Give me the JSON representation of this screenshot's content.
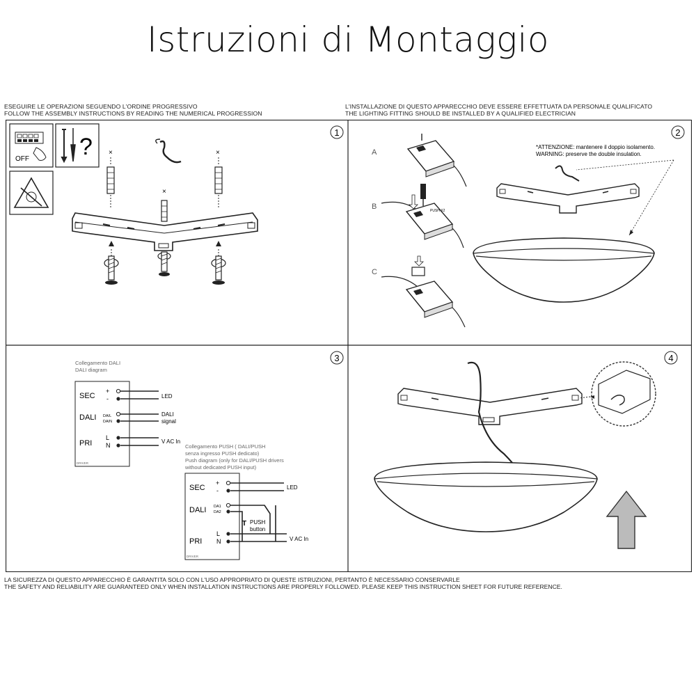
{
  "title": "Istruzioni di Montaggio",
  "header": {
    "left_it": "ESEGUIRE LE OPERAZIONI SEGUENDO L'ORDINE PROGRESSIVO",
    "left_en": "FOLLOW THE ASSEMBLY INSTRUCTIONS BY READING THE NUMERICAL PROGRESSION",
    "right_it": "L'INSTALLAZIONE DI QUESTO APPARECCHIO DEVE ESSERE EFFETTUATA DA PERSONALE QUALIFICATO",
    "right_en": "THE LIGHTING FITTING SHOULD BE INSTALLED BY A QUALIFIED ELECTRICIAN"
  },
  "steps": {
    "s1": "1",
    "s2": "2",
    "s3": "3",
    "s4": "4"
  },
  "panel1": {
    "off_label": "OFF",
    "question": "?",
    "x_mark": "×"
  },
  "panel2": {
    "label_a": "A",
    "label_b": "B",
    "label_c": "C",
    "push_note": "PUSH X2",
    "warning_it": "*ATTENZIONE: mantenere il doppio isolamento.",
    "warning_en": "WARNING: preserve the double insulation."
  },
  "panel3": {
    "dali_title_it": "Collegamento DALI",
    "dali_title_en": "DALI diagram",
    "sec": "SEC",
    "dali": "DALI",
    "pri": "PRI",
    "plus": "+",
    "minus": "-",
    "da_l": "DA/L",
    "da_n": "DA/N",
    "l": "L",
    "n": "N",
    "led": "LED",
    "dali_signal_1": "DALI",
    "dali_signal_2": "signal",
    "vac": "V AC In",
    "driver": "DRIVER",
    "push_title_1": "Collegamento PUSH ( DALI/PUSH",
    "push_title_2": "senza ingresso PUSH dedicato)",
    "push_title_3": "Push diagram (only for DALI/PUSH drivers",
    "push_title_4": "without dedicated PUSH input)",
    "da1": "DA1",
    "da2": "DA2",
    "push_t": "T",
    "push_1": "PUSH",
    "push_2": "button"
  },
  "footer": {
    "it": "LA SICUREZZA DI QUESTO APPARECCHIO È GARANTITA SOLO CON L'USO APPROPRIATO DI QUESTE ISTRUZIONI, PERTANTO È NECESSARIO CONSERVARLE",
    "en": "THE SAFETY AND RELIABILITY ARE GUARANTEED ONLY WHEN INSTALLATION INSTRUCTIONS ARE PROPERLY FOLLOWED. PLEASE KEEP THIS INSTRUCTION SHEET FOR FUTURE REFERENCE."
  }
}
